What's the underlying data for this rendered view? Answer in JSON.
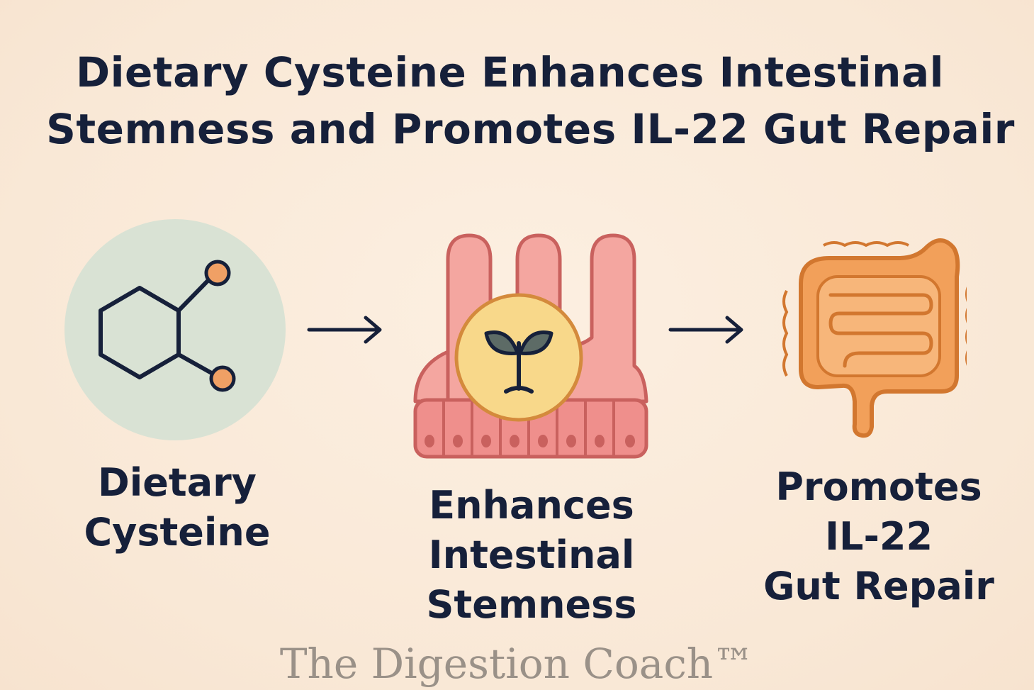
{
  "title": {
    "line1": "Dietary Cysteine Enhances Intestinal",
    "line2": "Stemness and Promotes IL-22 Gut Repair"
  },
  "steps": [
    {
      "icon": "cysteine-molecule-icon",
      "label_lines": [
        "Dietary",
        "Cysteine"
      ]
    },
    {
      "icon": "intestinal-villi-sprout-icon",
      "label_lines": [
        "Enhances",
        "Intestinal",
        "Stemness"
      ]
    },
    {
      "icon": "intestine-icon",
      "label_lines": [
        "Promotes",
        "IL-22",
        "Gut Repair"
      ]
    }
  ],
  "arrows": [
    "arrow-right-icon",
    "arrow-right-icon"
  ],
  "footer": {
    "brand": "The Digestion Coach™"
  },
  "colors": {
    "background": "#fbecdc",
    "text": "#16203a",
    "molecule_circle": "#d9e2d4",
    "molecule_atom": "#f0a065",
    "villi": "#f4a6a0",
    "sprout_circle": "#f8d88a",
    "intestine": "#f2a05a",
    "footer_text": "#9a9188"
  }
}
